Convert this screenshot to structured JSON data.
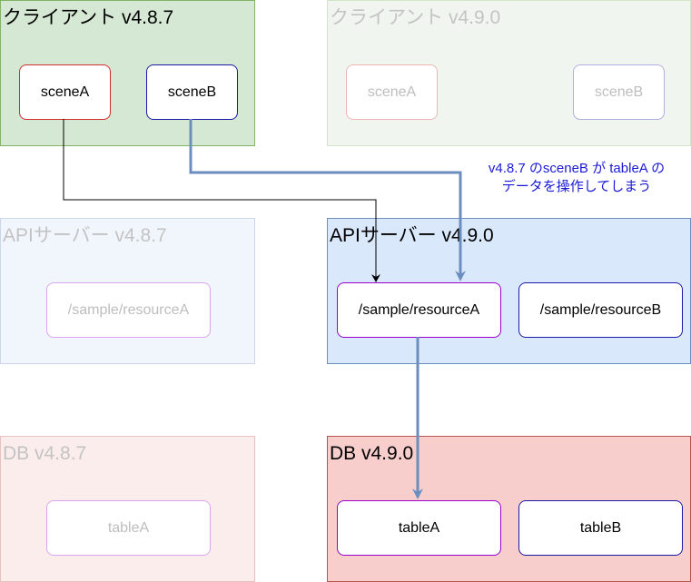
{
  "clients": {
    "old": {
      "title": "クライアント v4.8.7",
      "scene_a": "sceneA",
      "scene_b": "sceneB"
    },
    "new": {
      "title": "クライアント v4.9.0",
      "scene_a": "sceneA",
      "scene_b": "sceneB"
    }
  },
  "api_servers": {
    "old": {
      "title": "APIサーバー v4.8.7",
      "resource_a": "/sample/resourceA"
    },
    "new": {
      "title": "APIサーバー v4.9.0",
      "resource_a": "/sample/resourceA",
      "resource_b": "/sample/resourceB"
    }
  },
  "databases": {
    "old": {
      "title": "DB v4.8.7",
      "table_a": "tableA"
    },
    "new": {
      "title": "DB v4.9.0",
      "table_a": "tableA",
      "table_b": "tableB"
    }
  },
  "annotation": {
    "line1": "v4.8.7 のsceneB が tableA の",
    "line2": "データを操作してしまう"
  },
  "colors": {
    "client_fill": "#d5e8d4",
    "api_fill": "#dae8fc",
    "db_fill": "#f8cecc",
    "highlight_edge": "#6c8ebf",
    "annotation_text": "#1a1ad6"
  }
}
